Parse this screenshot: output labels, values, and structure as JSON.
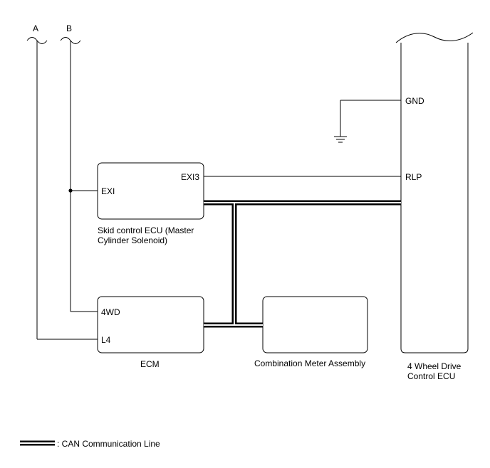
{
  "connectors": {
    "a": "A",
    "b": "B"
  },
  "components": {
    "skid_ecu": {
      "pin_exi": "EXI",
      "pin_exi3": "EXI3",
      "name_line1": "Skid control ECU (Master",
      "name_line2": "Cylinder Solenoid)"
    },
    "ecm": {
      "pin_4wd": "4WD",
      "pin_l4": "L4",
      "name": "ECM"
    },
    "meter": {
      "name": "Combination Meter Assembly"
    },
    "fwd_ecu": {
      "pin_gnd": "GND",
      "pin_rlp": "RLP",
      "name_line1": "4 Wheel Drive",
      "name_line2": "Control ECU"
    }
  },
  "legend": {
    "can_line": ": CAN Communication Line"
  }
}
